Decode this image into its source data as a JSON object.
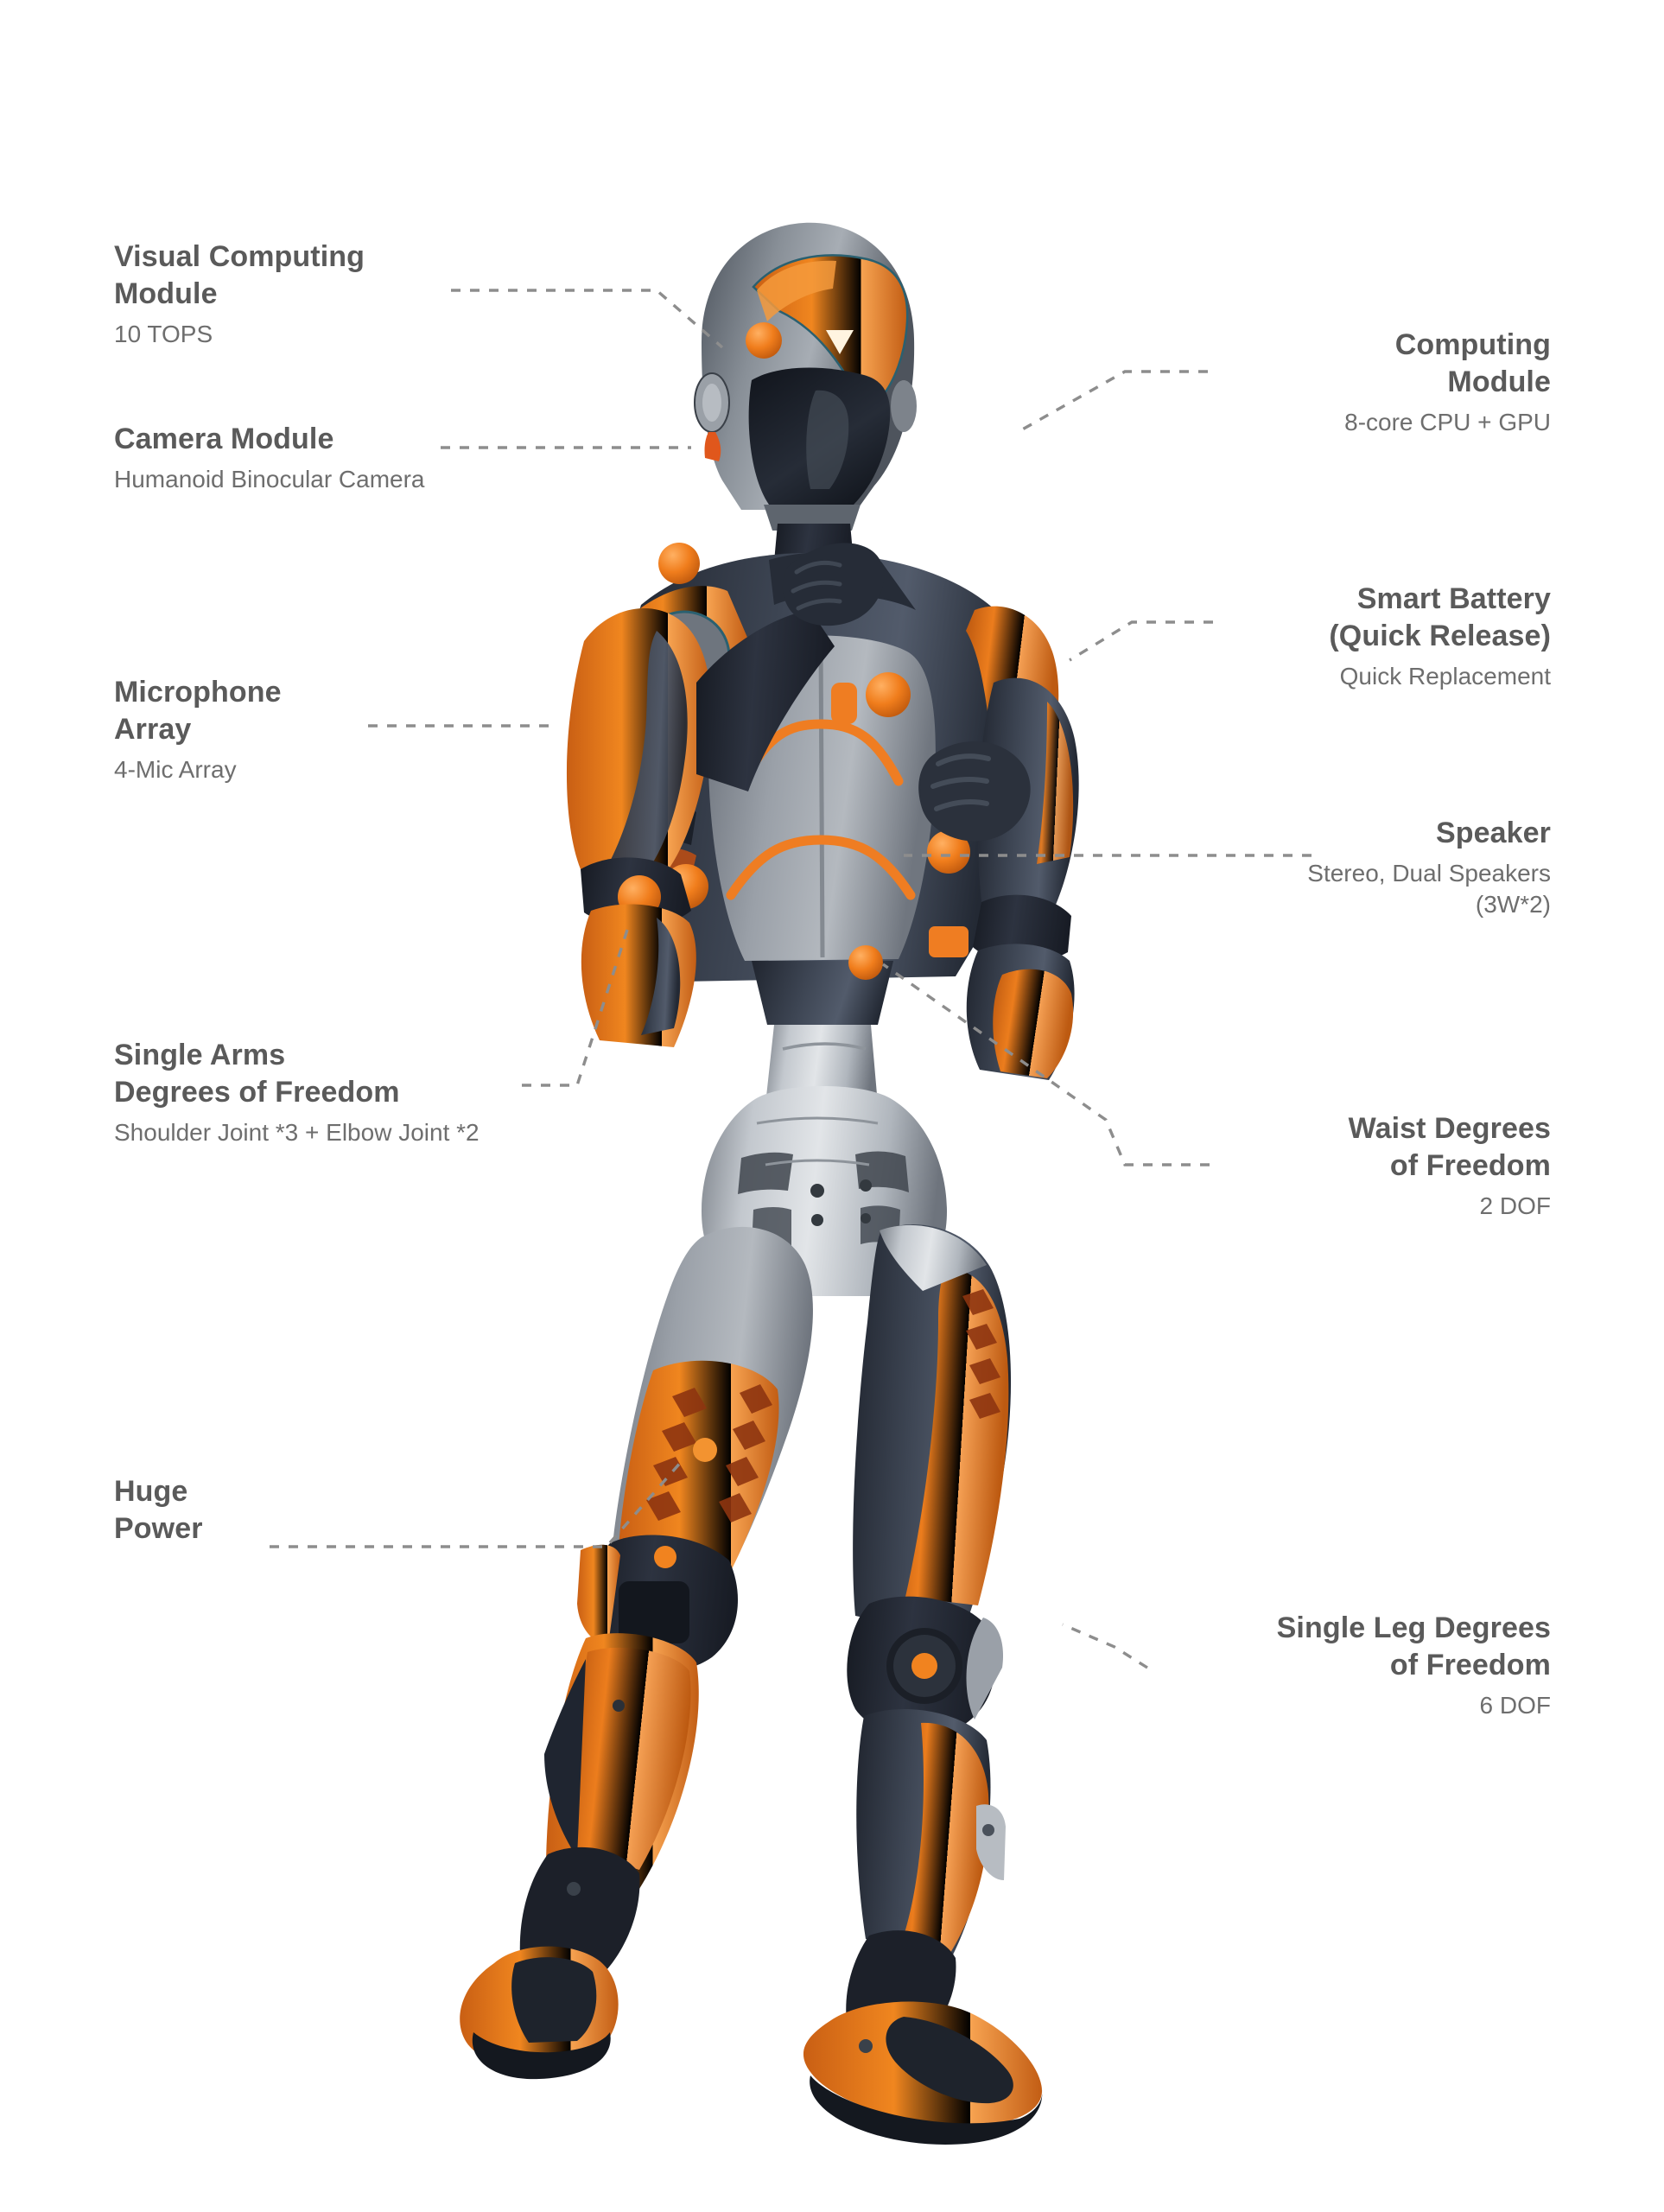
{
  "page": {
    "background": "#ffffff",
    "title_color": "#5a5a5a",
    "subtitle_color": "#6e6e6e",
    "leader_color": "#8d8d8d"
  },
  "subject": {
    "name": "humanoid-robot",
    "palette": {
      "orange": "#ef7d22",
      "orange_light": "#f59a48",
      "orange_dark": "#c85f14",
      "dark_navy": "#303846",
      "dark_navy_light": "#444d5d",
      "gray": "#8b9097",
      "gray_light": "#b9bec4",
      "gray_dark": "#5d646d",
      "black": "#1b1f27",
      "silver": "#c9ced4"
    }
  },
  "callouts": {
    "left": [
      {
        "id": "visual-computing-module",
        "title": "Visual Computing\nModule",
        "subtitle": "10 TOPS"
      },
      {
        "id": "camera-module",
        "title": "Camera Module",
        "subtitle": "Humanoid Binocular Camera"
      },
      {
        "id": "microphone-array",
        "title": "Microphone\nArray",
        "subtitle": "4-Mic Array"
      },
      {
        "id": "single-arms-degrees-of-freedom",
        "title": "Single Arms\nDegrees of Freedom",
        "subtitle": "Shoulder Joint *3 + Elbow Joint *2"
      },
      {
        "id": "huge-power",
        "title": "Huge\nPower",
        "subtitle": ""
      }
    ],
    "right": [
      {
        "id": "computing-module",
        "title": "Computing\nModule",
        "subtitle": "8-core CPU + GPU"
      },
      {
        "id": "smart-battery-quick-release",
        "title": "Smart Battery\n(Quick Release)",
        "subtitle": "Quick Replacement"
      },
      {
        "id": "speaker",
        "title": "Speaker",
        "subtitle": "Stereo, Dual Speakers\n(3W*2)"
      },
      {
        "id": "waist-degrees-of-freedom",
        "title": "Waist Degrees\nof Freedom",
        "subtitle": "2 DOF"
      },
      {
        "id": "single-leg-degrees-of-freedom",
        "title": "Single Leg Degrees\nof Freedom",
        "subtitle": "6 DOF"
      }
    ]
  }
}
